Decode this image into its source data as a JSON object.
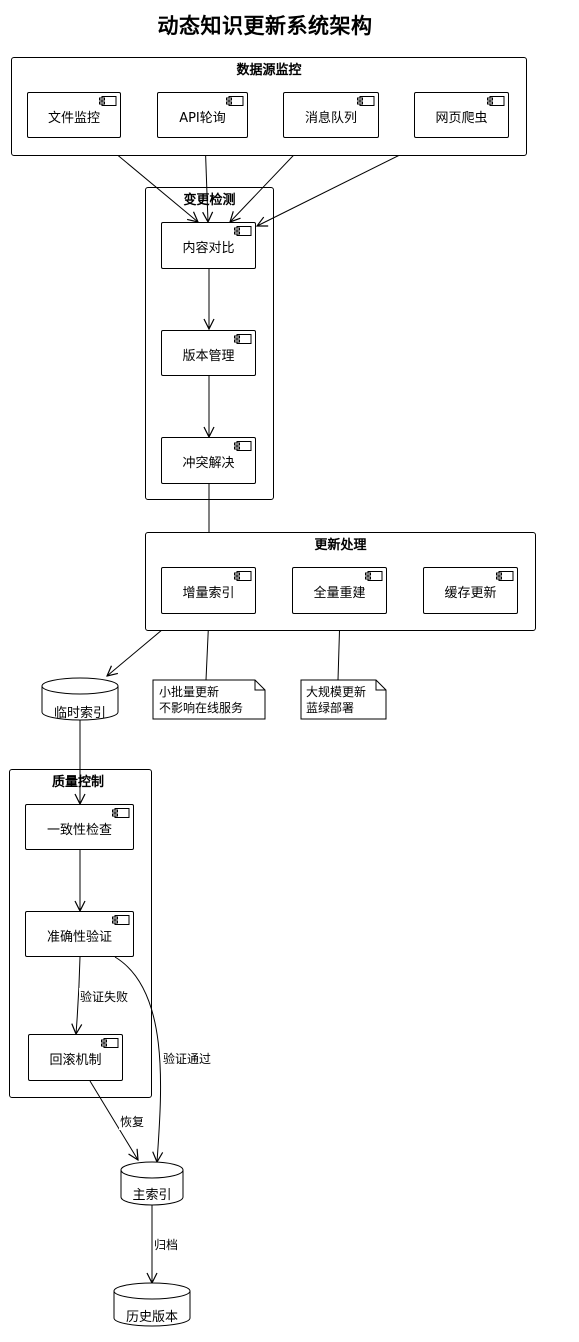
{
  "title": "动态知识更新系统架构",
  "packages": {
    "source": "数据源监控",
    "detect": "变更检测",
    "process": "更新处理",
    "quality": "质量控制"
  },
  "components": {
    "file_monitor": "文件监控",
    "api_poll": "API轮询",
    "msg_queue": "消息队列",
    "web_crawler": "网页爬虫",
    "content_diff": "内容对比",
    "version_mgmt": "版本管理",
    "conflict_resolve": "冲突解决",
    "incremental_index": "增量索引",
    "full_rebuild": "全量重建",
    "cache_update": "缓存更新",
    "consistency_check": "一致性检查",
    "accuracy_verify": "准确性验证",
    "rollback": "回滚机制"
  },
  "databases": {
    "temp_index": "临时索引",
    "main_index": "主索引",
    "history": "历史版本"
  },
  "notes": {
    "incremental": "小批量更新\n不影响在线服务",
    "full": "大规模更新\n蓝绿部署"
  },
  "edge_labels": {
    "verify_fail": "验证失败",
    "verify_pass": "验证通过",
    "restore": "恢复",
    "archive": "归档"
  },
  "colors": {
    "line": "#000000",
    "background": "#ffffff"
  }
}
